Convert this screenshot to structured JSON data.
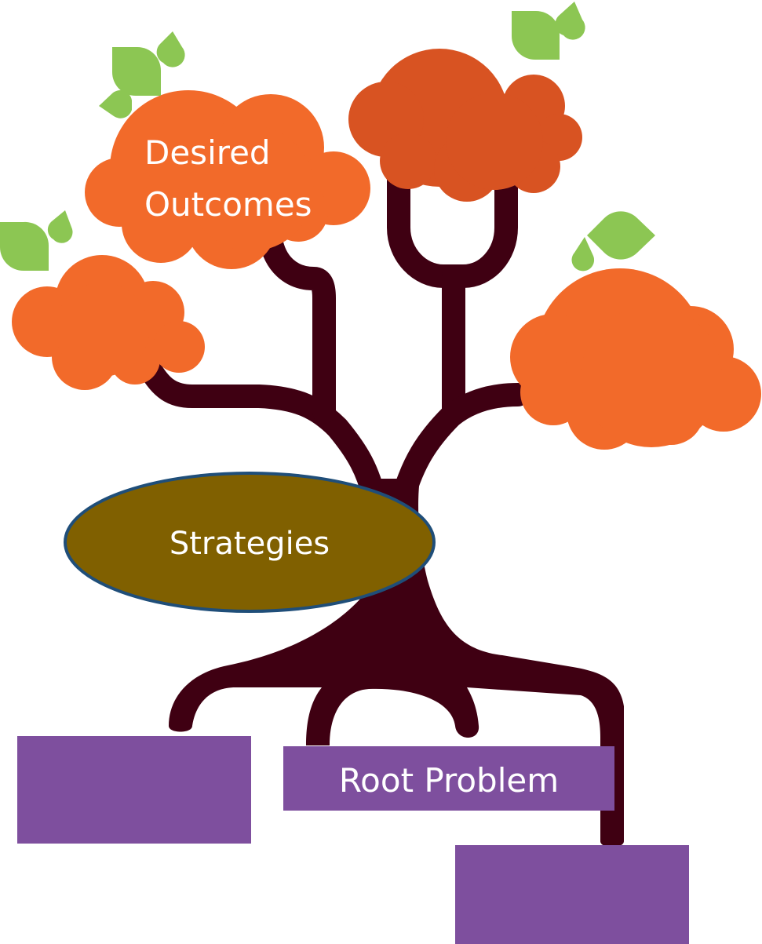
{
  "diagram": {
    "labels": {
      "desired_outcomes_line1": "Desired",
      "desired_outcomes_line2": "Outcomes",
      "strategies": "Strategies",
      "root_problem": "Root Problem"
    },
    "colors": {
      "cloud": "#F26A2A",
      "cloud_dark": "#D85322",
      "trunk": "#3F0012",
      "leaf": "#8CC653",
      "strategies_fill": "#806000",
      "strategies_stroke": "#1F4E79",
      "root_box": "#7E4F9E"
    }
  }
}
